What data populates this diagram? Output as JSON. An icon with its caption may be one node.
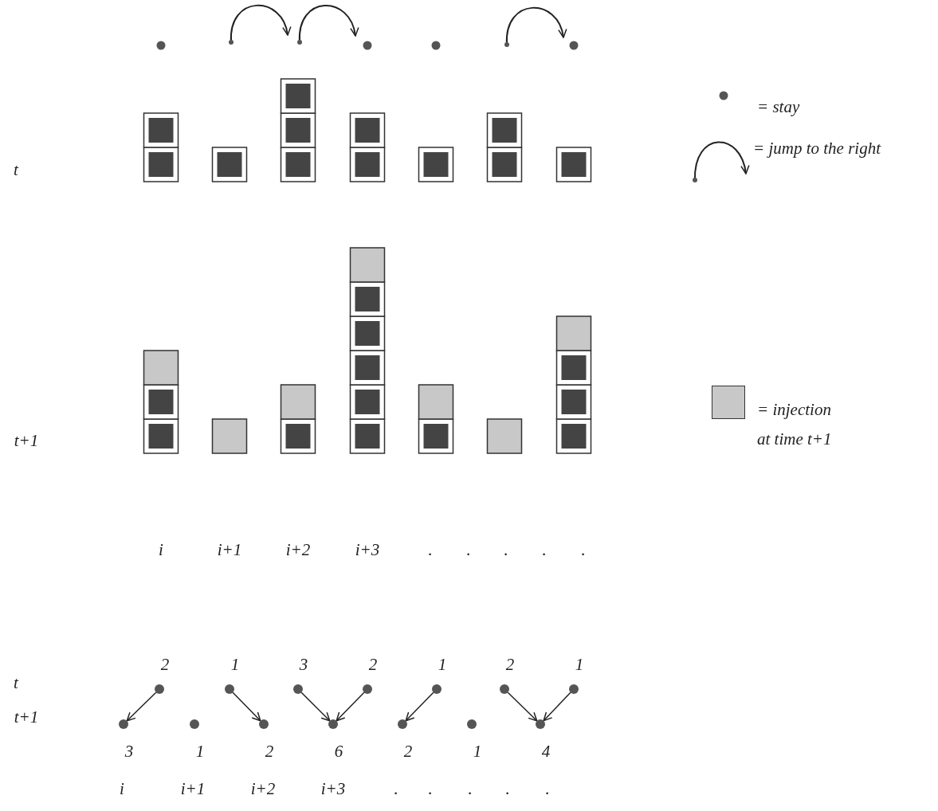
{
  "diagram": {
    "nodes": [
      {
        "text": [],
        "shape": "circle",
        "beside": [
          "2"
        ]
      },
      {
        "text": [],
        "shape": "circle",
        "beside": [
          "1"
        ]
      },
      {
        "text": [],
        "shape": "circle",
        "beside": [
          "3"
        ]
      },
      {
        "text": [],
        "shape": "circle",
        "beside": [
          "2"
        ]
      },
      {
        "text": [],
        "shape": "circle",
        "beside": [
          "1"
        ]
      },
      {
        "text": [],
        "shape": "circle",
        "beside": [
          "2"
        ]
      },
      {
        "text": [],
        "shape": "circle",
        "beside": [
          "1"
        ]
      },
      {
        "text": [],
        "shape": "circle",
        "beside": [
          "3"
        ]
      },
      {
        "text": [],
        "shape": "circle",
        "beside": [
          "1"
        ]
      },
      {
        "text": [],
        "shape": "circle",
        "beside": [
          "2"
        ]
      },
      {
        "text": [],
        "shape": "circle",
        "beside": [
          "6"
        ]
      },
      {
        "text": [],
        "shape": "circle",
        "beside": [
          "2"
        ]
      },
      {
        "text": [],
        "shape": "circle",
        "beside": [
          "1"
        ]
      },
      {
        "text": [],
        "shape": "circle",
        "beside": [
          "4"
        ]
      }
    ],
    "edges": [
      {
        "from": 0,
        "to": 7,
        "arrow": "to"
      },
      {
        "from": 1,
        "to": 9,
        "arrow": "to"
      },
      {
        "from": 2,
        "to": 10,
        "arrow": "to"
      },
      {
        "from": 3,
        "to": 10,
        "arrow": "to"
      },
      {
        "from": 4,
        "to": 11,
        "arrow": "to"
      },
      {
        "from": 5,
        "to": 13,
        "arrow": "to"
      },
      {
        "from": 6,
        "to": 13,
        "arrow": "to"
      }
    ],
    "labels": [
      "t",
      "t+1",
      "i",
      "i+1",
      "i+2",
      "i+3",
      ".",
      ".",
      ".",
      ".",
      ".",
      "t",
      "t+1",
      "i",
      "i+1",
      "i+2",
      "i+3",
      ".",
      ".",
      ".",
      ".",
      "."
    ],
    "legend": [
      {
        "text": "= stay"
      },
      {
        "text": "= jump to the right"
      },
      {
        "text": "= injection at time t+1",
        "color": "#c8c8c8"
      }
    ]
  }
}
